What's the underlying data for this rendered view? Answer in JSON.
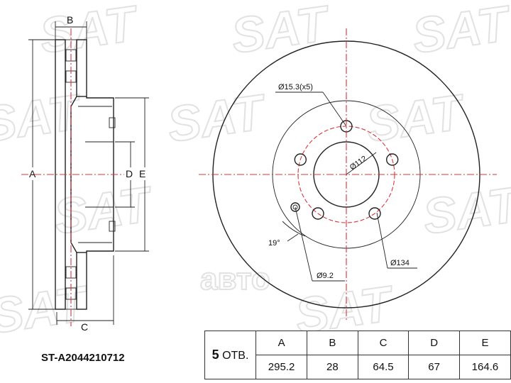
{
  "part_number": "ST-A2044210712",
  "holes_count": "5",
  "holes_unit": "ОТВ.",
  "watermark_text": "SAT",
  "watermark_secondary": "авто",
  "side_view_labels": {
    "a": "A",
    "b": "B",
    "c": "C",
    "d": "D",
    "e": "E"
  },
  "front_view_labels": {
    "bolt_hole": "Ø15.3(x5)",
    "center_bore": "Ø112",
    "angle": "19°",
    "small_hole": "Ø9.2",
    "pcd": "Ø134"
  },
  "spec_table": {
    "headers": [
      "A",
      "B",
      "C",
      "D",
      "E"
    ],
    "values": [
      "295.2",
      "28",
      "64.5",
      "67",
      "164.6"
    ]
  },
  "colors": {
    "centerline": "#d9363e",
    "outline": "#222222",
    "watermark": "#e2e2e2"
  }
}
